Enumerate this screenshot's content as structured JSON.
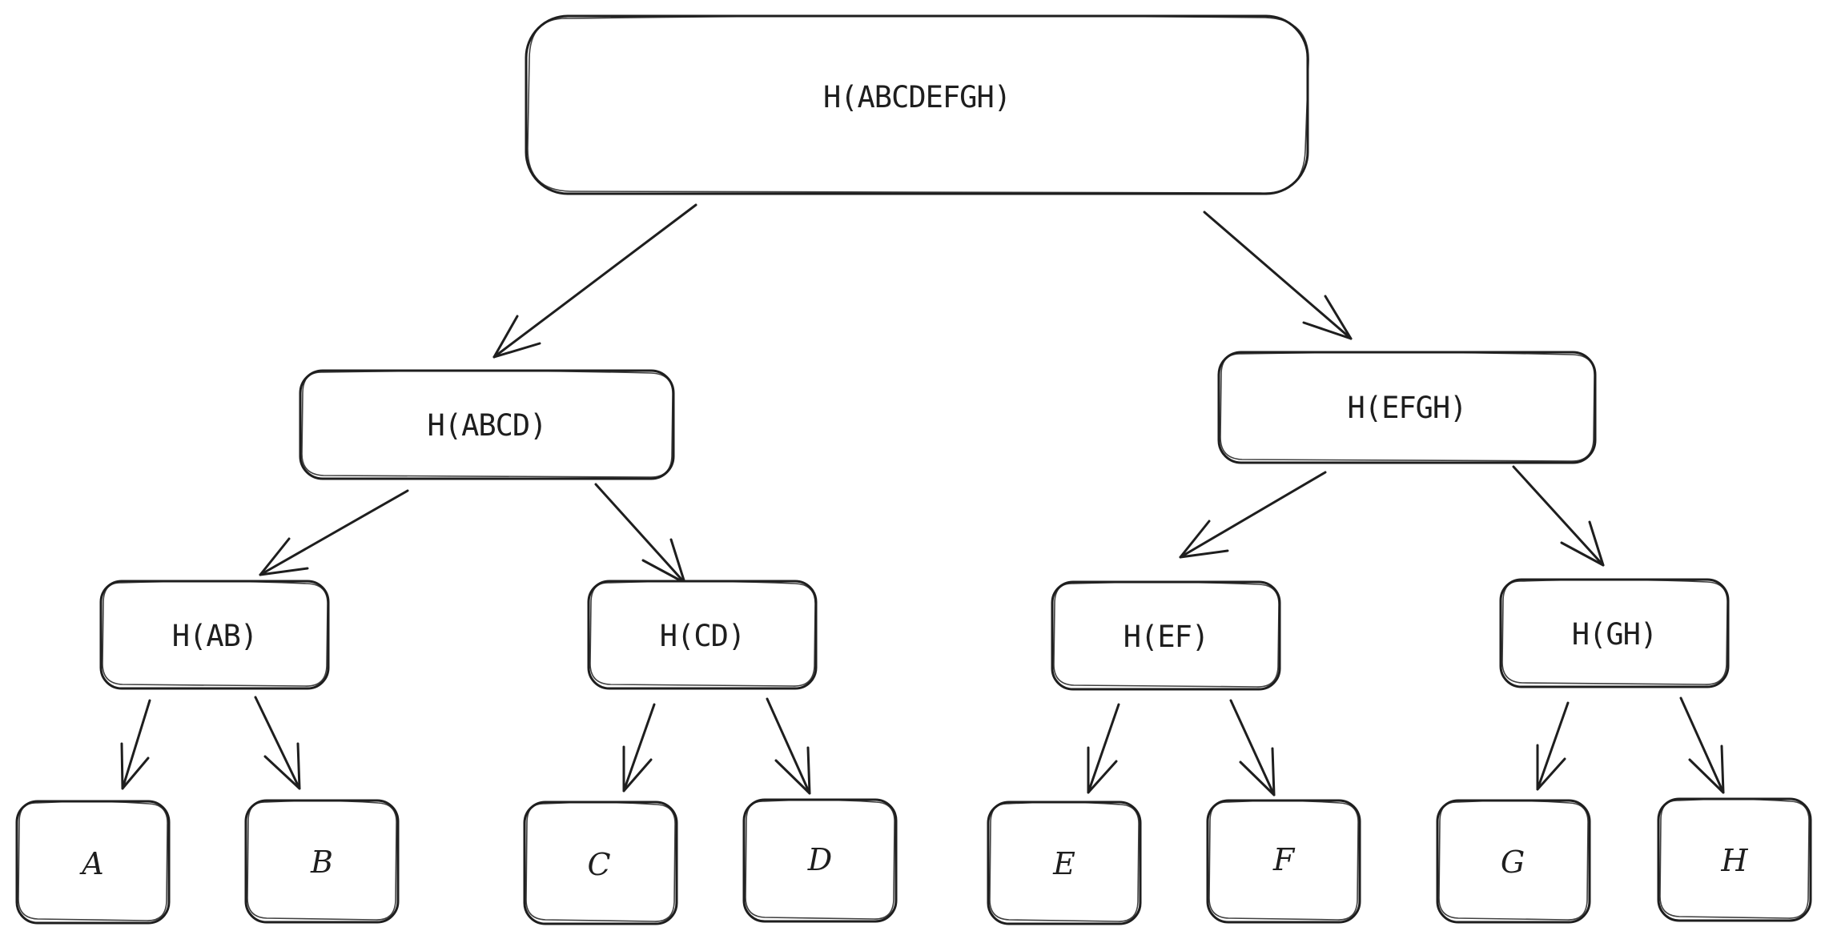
{
  "tree": {
    "root": {
      "label": "H(ABCDEFGH)"
    },
    "level1": [
      {
        "label": "H(ABCD)"
      },
      {
        "label": "H(EFGH)"
      }
    ],
    "level2": [
      {
        "label": "H(AB)"
      },
      {
        "label": "H(CD)"
      },
      {
        "label": "H(EF)"
      },
      {
        "label": "H(GH)"
      }
    ],
    "leaves": [
      {
        "label": "A"
      },
      {
        "label": "B"
      },
      {
        "label": "C"
      },
      {
        "label": "D"
      },
      {
        "label": "E"
      },
      {
        "label": "F"
      },
      {
        "label": "G"
      },
      {
        "label": "H"
      }
    ]
  },
  "colors": {
    "stroke": "#1e1e1e",
    "background": "#ffffff"
  }
}
